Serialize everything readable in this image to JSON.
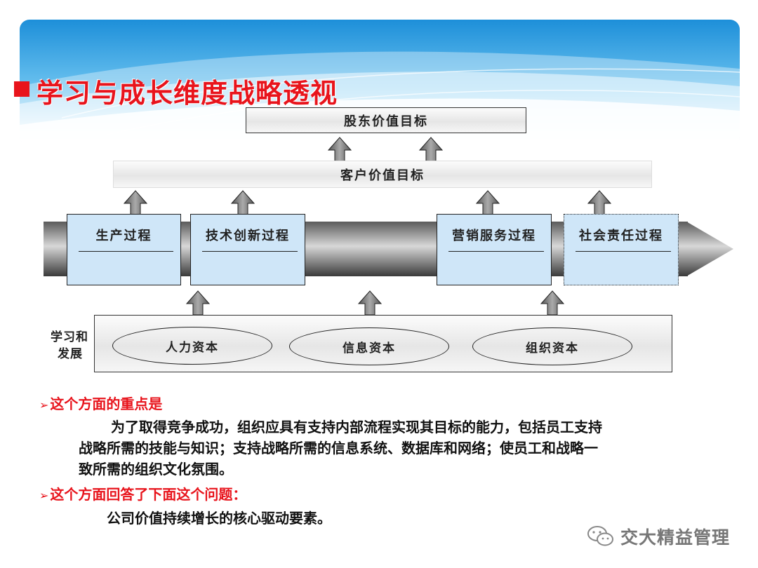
{
  "title": "学习与成长维度战略透视",
  "diagram": {
    "top_box": "股东价值目标",
    "second_box": "客户价值目标",
    "processes": [
      "生产过程",
      "技术创新过程",
      "营销服务过程",
      "社会责任过程"
    ],
    "capitals": [
      "人力资本",
      "信息资本",
      "组织资本"
    ],
    "side_label_line1": "学习和",
    "side_label_line2": "发展"
  },
  "section1": {
    "heading": "这个方面的重点是",
    "line1": "为了取得竞争成功，组织应具有支持内部流程实现其目标的能力，包括员工支持",
    "line2": "战略所需的技能与知识；支持战略所需的信息系统、数据库和网络；使员工和战略一",
    "line3": "致所需的组织文化氛围。"
  },
  "section2": {
    "heading": "这个方面回答了下面这个问题：",
    "answer": "公司价值持续增长的核心驱动要素。"
  },
  "watermark": "交大精益管理",
  "colors": {
    "accent": "#e8141c",
    "process_fill": "#cfe6f8",
    "banner": "#2aa3e6"
  }
}
